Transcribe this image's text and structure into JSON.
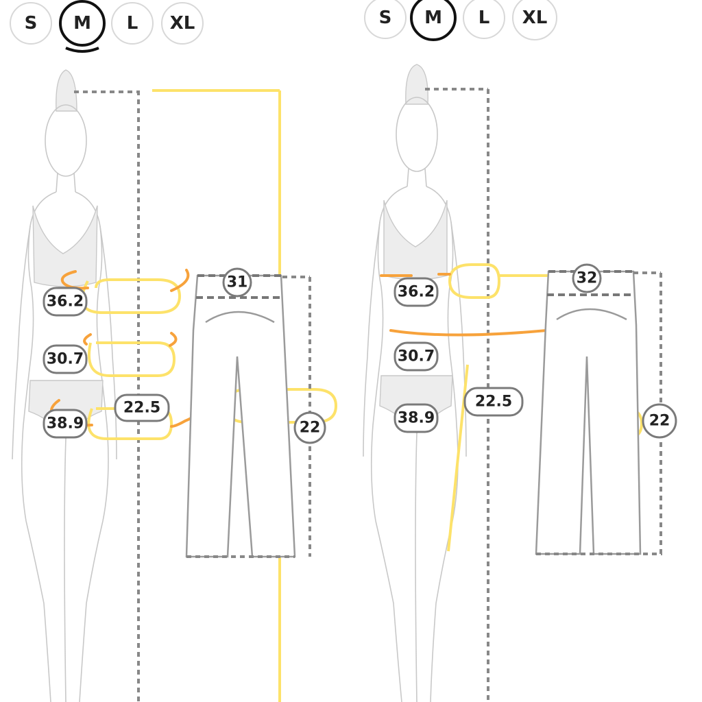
{
  "panels": [
    {
      "id": "left",
      "sizes": [
        {
          "label": "S",
          "selected": false
        },
        {
          "label": "M",
          "selected": true
        },
        {
          "label": "L",
          "selected": false
        },
        {
          "label": "XL",
          "selected": false
        }
      ],
      "measurements": {
        "bust": "36.2",
        "waist": "30.7",
        "hip": "38.9",
        "thigh": "22.5",
        "pants_waist": "31",
        "inseam": "22"
      }
    },
    {
      "id": "right",
      "sizes": [
        {
          "label": "S",
          "selected": false
        },
        {
          "label": "M",
          "selected": true
        },
        {
          "label": "L",
          "selected": false
        },
        {
          "label": "XL",
          "selected": false
        }
      ],
      "measurements": {
        "bust": "36.2",
        "waist": "30.7",
        "hip": "38.9",
        "thigh": "22.5",
        "pants_waist": "32",
        "inseam": "22"
      }
    }
  ],
  "colors": {
    "guide_yellow": "#fde26a",
    "loop_orange": "#f7a23b",
    "dashed_gray": "#888888",
    "figure_stroke": "#c8c8c8"
  }
}
